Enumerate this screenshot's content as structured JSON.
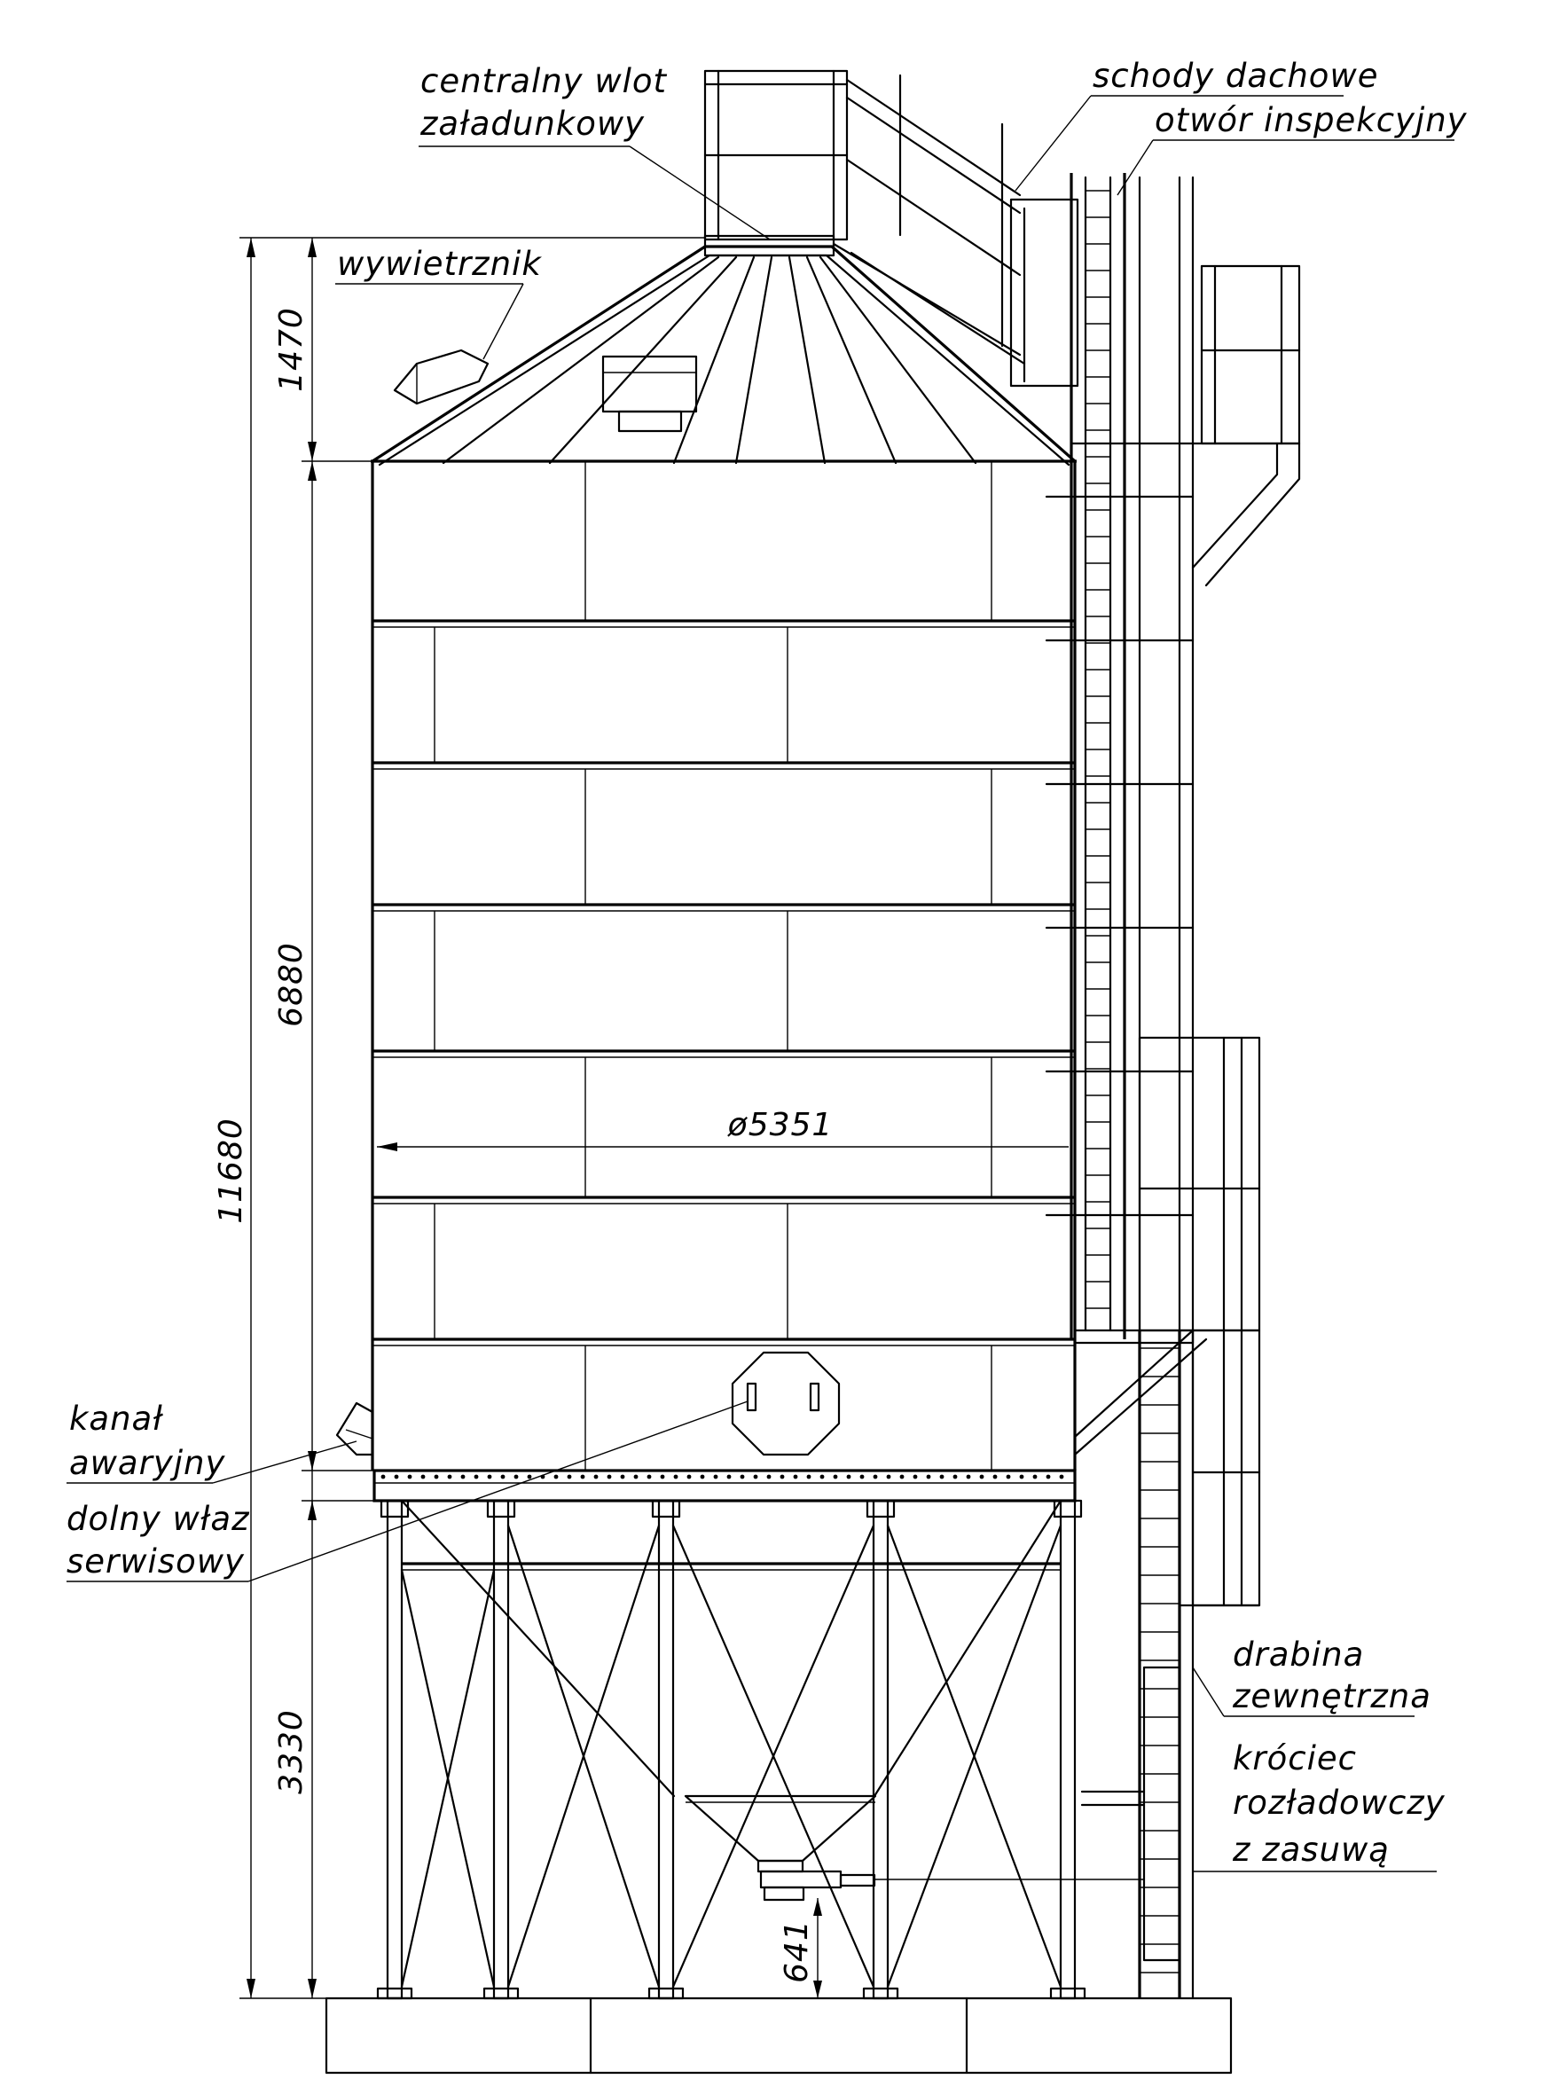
{
  "labels": {
    "inlet_line1": "centralny wlot",
    "inlet_line2": "załadunkowy",
    "roof_stairs": "schody dachowe",
    "inspection_hole": "otwór inspekcyjny",
    "vent": "wywietrznik",
    "emergency_line1": "kanał",
    "emergency_line2": "awaryjny",
    "manhole_line1": "dolny właz",
    "manhole_line2": "serwisowy",
    "ladder_line1": "drabina",
    "ladder_line2": "zewnętrzna",
    "outlet_line1": "króciec",
    "outlet_line2": "rozładowczy",
    "outlet_line3": "z zasuwą"
  },
  "dimensions": {
    "total_height": "11680",
    "roof_height": "1470",
    "body_height": "6880",
    "leg_height": "3330",
    "outlet_clearance": "641",
    "diameter": "ø5351"
  }
}
